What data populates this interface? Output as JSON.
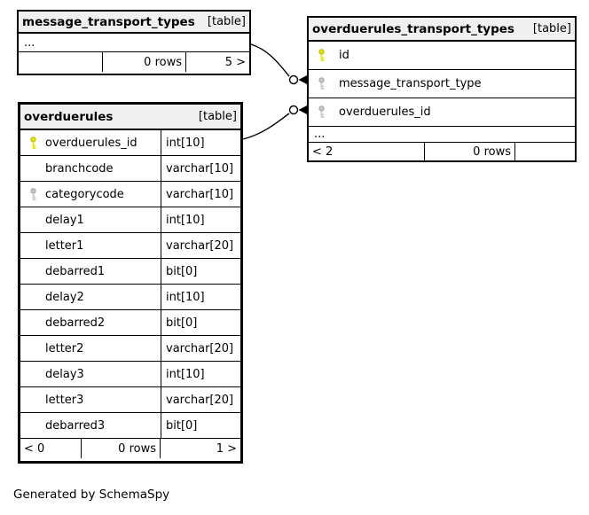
{
  "diagram": {
    "generated_by": "Generated by SchemaSpy"
  },
  "colors": {
    "header_bg": "#f0f0f0",
    "primary_key_icon": "#e6e600",
    "foreign_key_icon": "#c9c9c9",
    "border": "#000000",
    "background": "#ffffff"
  },
  "tables": {
    "message_transport_types": {
      "name": "message_transport_types",
      "tag": "[table]",
      "ellipsis": "...",
      "footer": {
        "left": "",
        "mid": "0 rows",
        "right": "5 >"
      }
    },
    "overduerules_transport_types": {
      "name": "overduerules_transport_types",
      "tag": "[table]",
      "columns": [
        {
          "key": "primary",
          "name": "id"
        },
        {
          "key": "foreign",
          "name": "message_transport_type"
        },
        {
          "key": "foreign",
          "name": "overduerules_id"
        }
      ],
      "ellipsis": "...",
      "footer": {
        "left": "< 2",
        "mid": "0 rows",
        "right": ""
      }
    },
    "overduerules": {
      "name": "overduerules",
      "tag": "[table]",
      "columns": [
        {
          "key": "primary",
          "name": "overduerules_id",
          "type": "int[10]"
        },
        {
          "key": "none",
          "name": "branchcode",
          "type": "varchar[10]"
        },
        {
          "key": "foreign",
          "name": "categorycode",
          "type": "varchar[10]"
        },
        {
          "key": "none",
          "name": "delay1",
          "type": "int[10]"
        },
        {
          "key": "none",
          "name": "letter1",
          "type": "varchar[20]"
        },
        {
          "key": "none",
          "name": "debarred1",
          "type": "bit[0]"
        },
        {
          "key": "none",
          "name": "delay2",
          "type": "int[10]"
        },
        {
          "key": "none",
          "name": "debarred2",
          "type": "bit[0]"
        },
        {
          "key": "none",
          "name": "letter2",
          "type": "varchar[20]"
        },
        {
          "key": "none",
          "name": "delay3",
          "type": "int[10]"
        },
        {
          "key": "none",
          "name": "letter3",
          "type": "varchar[20]"
        },
        {
          "key": "none",
          "name": "debarred3",
          "type": "bit[0]"
        }
      ],
      "footer": {
        "left": "< 0",
        "mid": "0 rows",
        "right": "1 >"
      }
    }
  },
  "relationships": [
    {
      "from": "message_transport_types",
      "to": "overduerules_transport_types.message_transport_type"
    },
    {
      "from": "overduerules.overduerules_id",
      "to": "overduerules_transport_types.overduerules_id"
    }
  ]
}
